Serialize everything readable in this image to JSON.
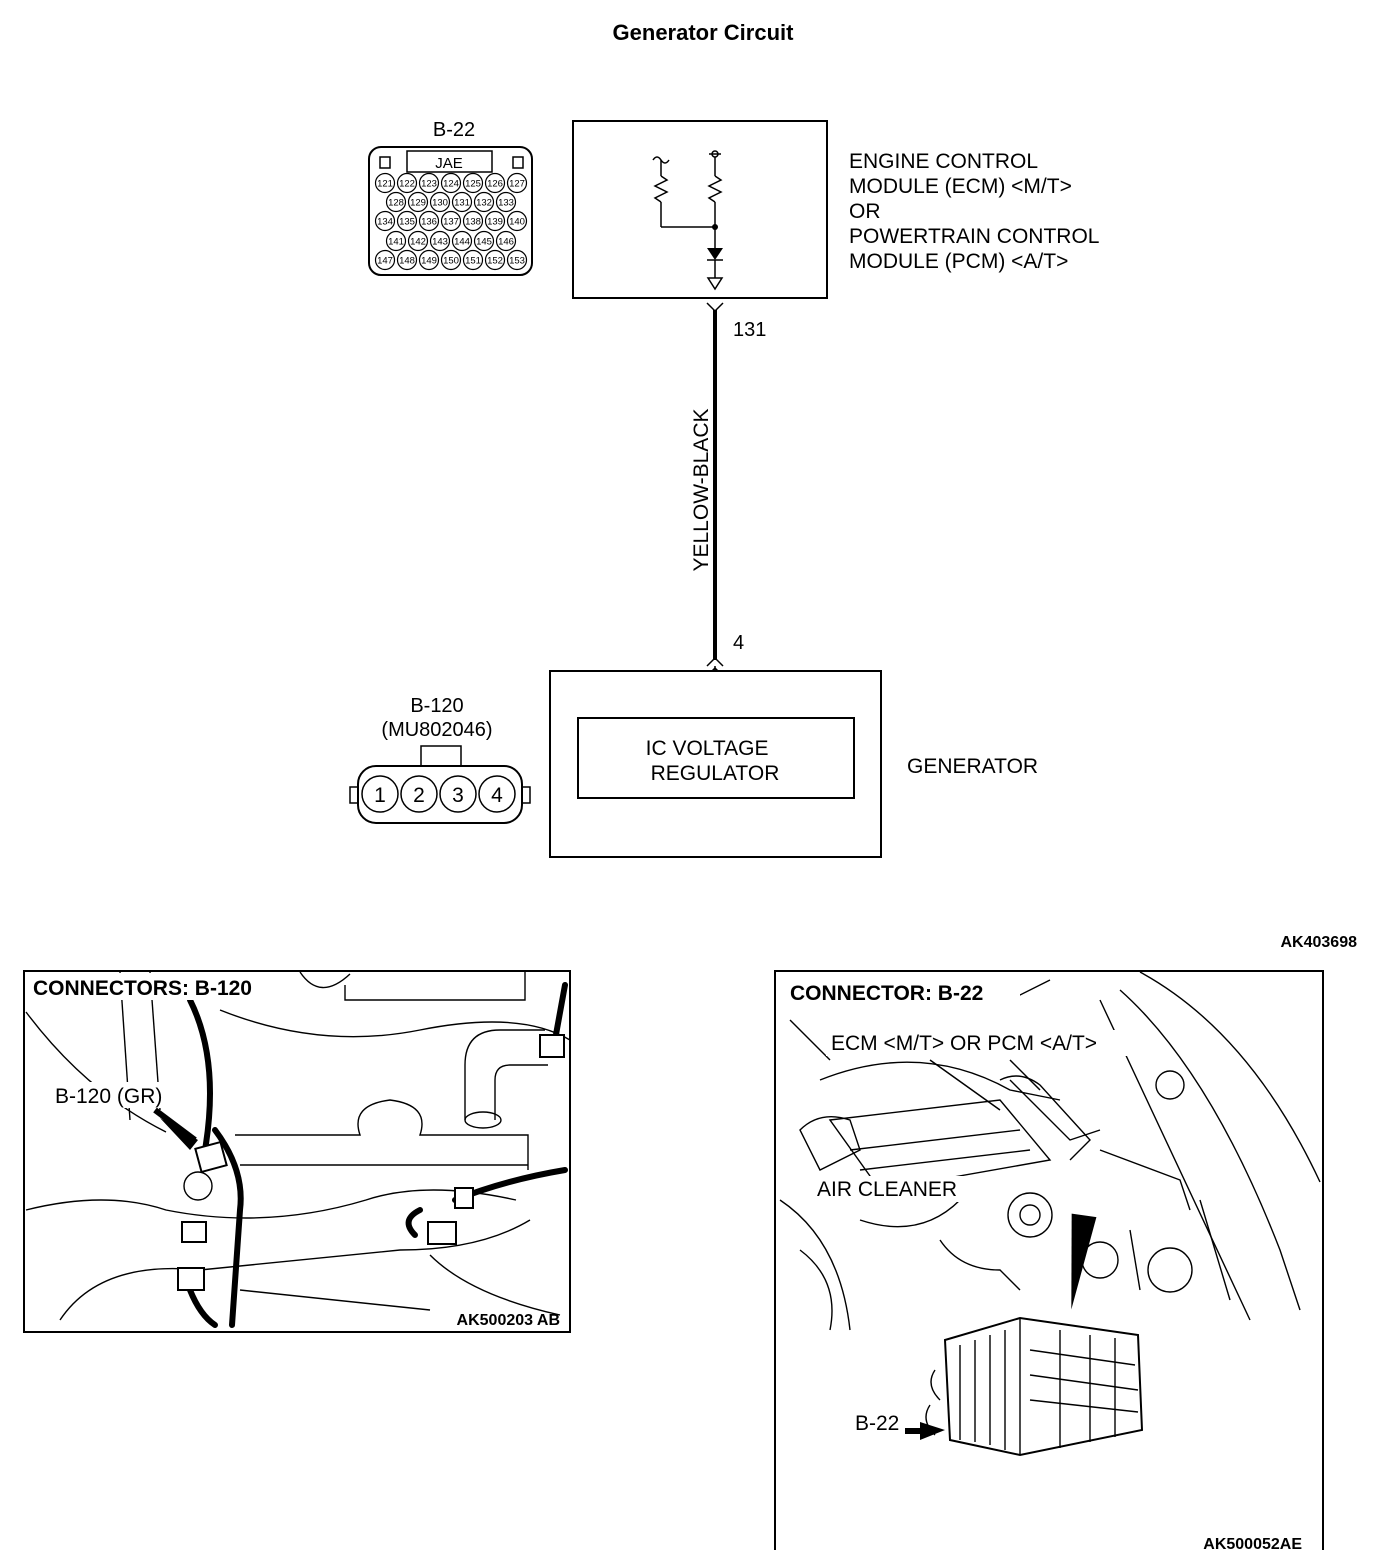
{
  "title": "Generator Circuit",
  "figure_code": "AK403698",
  "ecm": {
    "lines": [
      "ENGINE CONTROL",
      "MODULE (ECM) <M/T>",
      "OR",
      "POWERTRAIN CONTROL",
      "MODULE (PCM) <A/T>"
    ],
    "pin": "131"
  },
  "connector_b22": {
    "id": "B-22",
    "maker": "JAE",
    "pins": [
      [
        "121",
        "122",
        "123",
        "124",
        "125",
        "126",
        "127"
      ],
      [
        "128",
        "129",
        "130",
        "131",
        "132",
        "133"
      ],
      [
        "134",
        "135",
        "136",
        "137",
        "138",
        "139",
        "140"
      ],
      [
        "141",
        "142",
        "143",
        "144",
        "145",
        "146"
      ],
      [
        "147",
        "148",
        "149",
        "150",
        "151",
        "152",
        "153"
      ]
    ]
  },
  "wire": {
    "color": "YELLOW-BLACK"
  },
  "generator": {
    "label": "GENERATOR",
    "regulator_lines": [
      "IC VOLTAGE",
      "REGULATOR"
    ],
    "pin": "4"
  },
  "connector_b120": {
    "id": "B-120",
    "part": "(MU802046)",
    "pins": [
      "1",
      "2",
      "3",
      "4"
    ]
  },
  "panel_left": {
    "title": "CONNECTORS: B-120",
    "callout": "B-120 (GR)",
    "code": "AK500203 AB"
  },
  "panel_right": {
    "title": "CONNECTOR: B-22",
    "ecm_label": "ECM <M/T> OR PCM <A/T>",
    "air_cleaner": "AIR CLEANER",
    "callout": "B-22",
    "code": "AK500052AE"
  }
}
